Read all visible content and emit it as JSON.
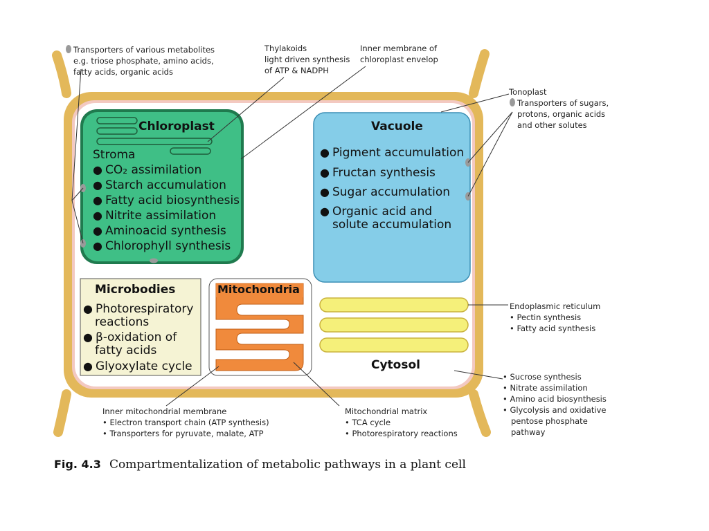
{
  "figure": {
    "label": "Fig. 4.3",
    "caption": "Compartmentalization of metabolic pathways in a plant cell"
  },
  "colors": {
    "cell_wall": "#e3b85a",
    "cell_wall_inner": "#f6e7c4",
    "cytoplasm_membrane": "#f3c9c1",
    "chloroplast_fill": "#3fbf86",
    "chloroplast_border": "#1f7a4e",
    "vacuole_fill": "#85cde8",
    "vacuole_border": "#3b8fb5",
    "microbody_fill": "#f5f3d4",
    "mitochondria_fill": "#f08a3c",
    "er_fill": "#f5f07a",
    "er_border": "#c9b23d",
    "transporter": "#9a9a9a"
  },
  "chloroplast": {
    "title": "Chloroplast",
    "subtitle": "Stroma",
    "items": [
      "CO₂ assimilation",
      "Starch accumulation",
      "Fatty acid biosynthesis",
      "Nitrite assimilation",
      "Aminoacid synthesis",
      "Chlorophyll synthesis"
    ]
  },
  "vacuole": {
    "title": "Vacuole",
    "items": [
      "Pigment accumulation",
      "Fructan synthesis",
      "Sugar accumulation",
      "Organic acid and",
      "solute accumulation"
    ]
  },
  "microbodies": {
    "title": "Microbodies",
    "items": [
      "Photorespiratory",
      "reactions",
      "β-oxidation of",
      "fatty acids",
      "Glyoxylate cycle"
    ]
  },
  "mitochondria": {
    "title": "Mitochondria"
  },
  "cytosol": {
    "title": "Cytosol"
  },
  "annotations": {
    "transporters_metabolites": [
      "Transporters of various metabolites",
      "e.g. triose phosphate, amino acids,",
      "fatty acids, organic acids"
    ],
    "thylakoids": [
      "Thylakoids",
      "light driven synthesis",
      "of ATP & NADPH"
    ],
    "inner_membrane_chloroplast": [
      "Inner membrane of",
      "chloroplast envelop"
    ],
    "tonoplast": [
      "Tonoplast",
      "Transporters of sugars,",
      "protons, organic acids",
      "and other solutes"
    ],
    "er": [
      "Endoplasmic reticulum",
      "• Pectin synthesis",
      "• Fatty acid synthesis"
    ],
    "cytosol_functions": [
      "• Sucrose synthesis",
      "• Nitrate assimilation",
      "• Amino acid biosynthesis",
      "• Glycolysis and oxidative",
      "pentose phosphate",
      "pathway"
    ],
    "inner_mito_membrane": [
      "Inner mitochondrial membrane",
      "• Electron transport chain (ATP synthesis)",
      "• Transporters for pyruvate, malate, ATP"
    ],
    "mito_matrix": [
      "Mitochondrial matrix",
      "• TCA cycle",
      "• Photorespiratory reactions"
    ]
  }
}
